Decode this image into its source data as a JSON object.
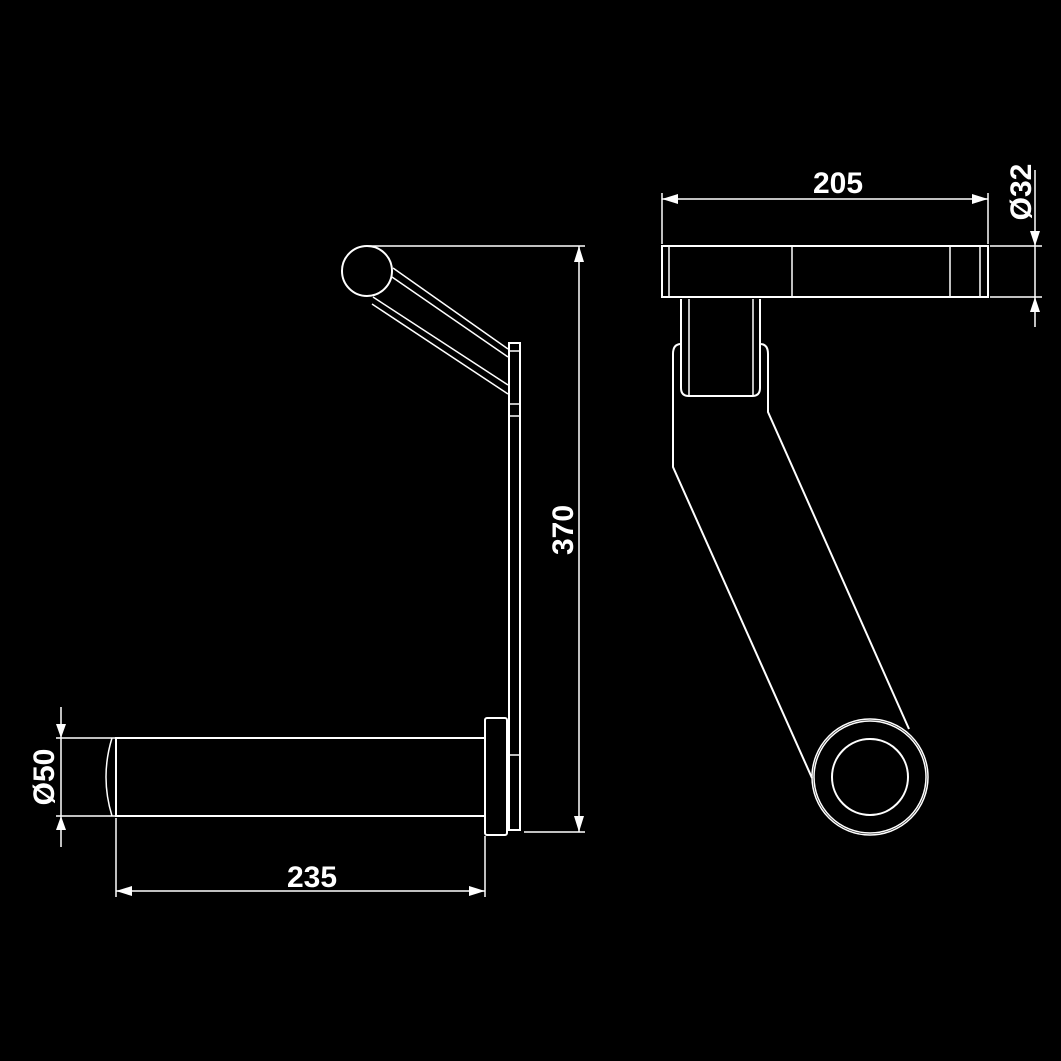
{
  "drawing": {
    "type": "technical-drawing",
    "background": "#000000",
    "line_color": "#ffffff",
    "views": [
      {
        "name": "side-view",
        "position": "left"
      },
      {
        "name": "top-view",
        "position": "right"
      }
    ]
  },
  "dimensions": {
    "height": {
      "label": "370"
    },
    "length": {
      "label": "235"
    },
    "diameter_large": {
      "label": "Ø50"
    },
    "width": {
      "label": "205"
    },
    "diameter_small": {
      "label": "Ø32"
    }
  }
}
